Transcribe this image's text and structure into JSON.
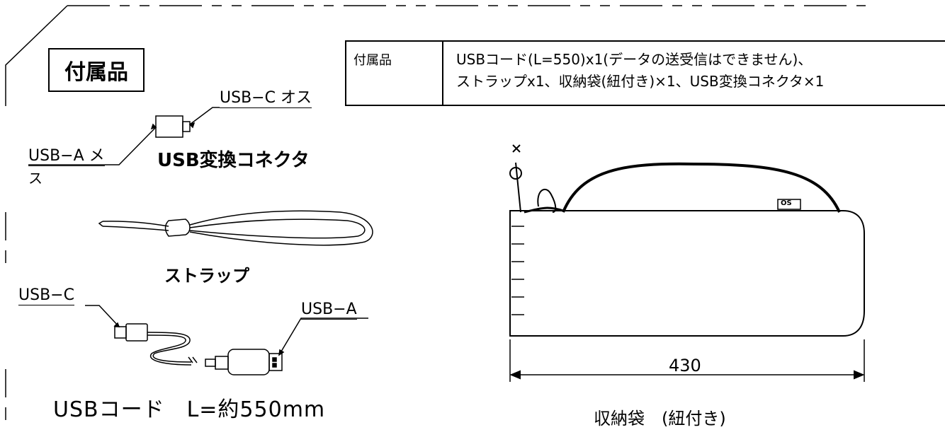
{
  "title": "付属品",
  "spec_table": {
    "label": "付属品",
    "line1": "USBコード(L=550)x1(データの送受信はできません)、",
    "line2": "ストラップx1、収納袋(紐付き)×1、USB変換コネクタ×1"
  },
  "connector": {
    "name": "USB変換コネクタ",
    "label_c": "USB−C オス",
    "label_a_1": "USB−A メ",
    "label_a_2": "ス"
  },
  "strap": {
    "name": "ストラップ"
  },
  "cable": {
    "label_c": "USB−C",
    "label_a": "USB−A",
    "caption": "USBコード　L=約550mm"
  },
  "pouch": {
    "logo": "OS",
    "dimension": "430",
    "caption": "収納袋　(紐付き)"
  }
}
